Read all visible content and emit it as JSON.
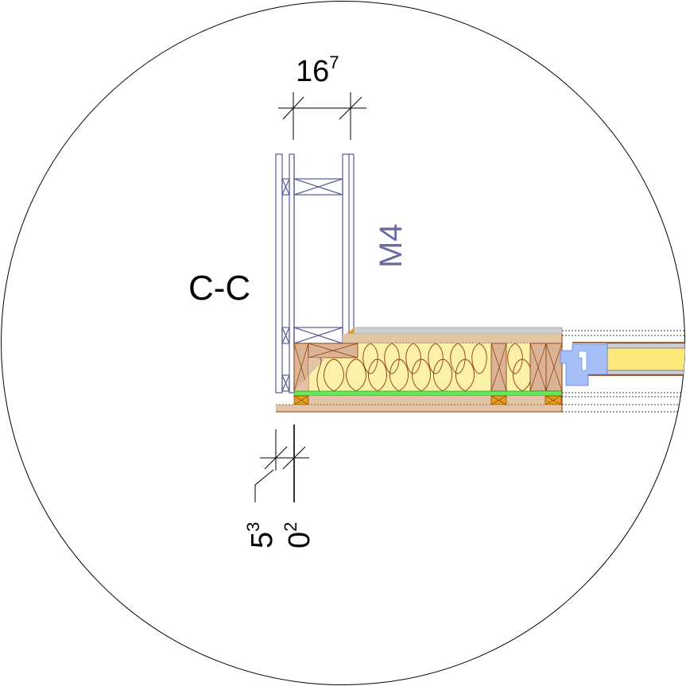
{
  "drawing": {
    "section_label": "C-C",
    "wall_label": "M4",
    "dimensions": {
      "top": {
        "main": "16",
        "sup": "7"
      },
      "bottom_left": {
        "main": "5",
        "sup": "3"
      },
      "bottom_right": {
        "main": "0",
        "sup": "2"
      }
    },
    "colors": {
      "outline": "#000000",
      "wall_lines": "#5a5a96",
      "wall_label": "#6b6ba3",
      "wood": "#e2c4a6",
      "wood_stud": "#dbb497",
      "wood_line": "#8b3a00",
      "insulation": "#fdf0a8",
      "membrane": "#66e85a",
      "batten": "#e0a020",
      "board_grey": "#cfcfcf",
      "window_frame": "#a7bff9",
      "glazing": "#fbe77a"
    }
  }
}
